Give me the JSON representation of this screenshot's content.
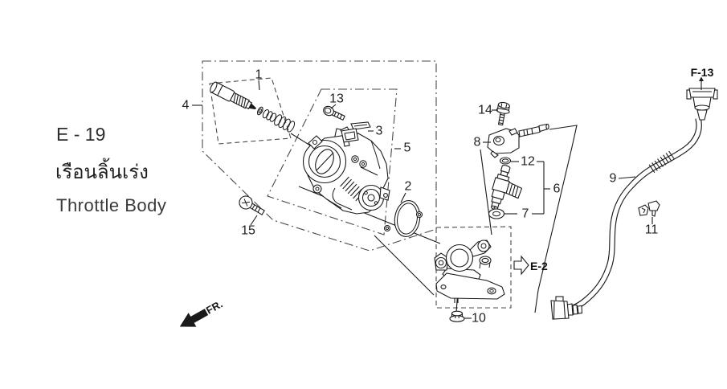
{
  "header": {
    "code": "E - 19",
    "title_thai": "เรือนลิ้นเร่ง",
    "title_english": "Throttle Body"
  },
  "refs": {
    "f13": "F-13",
    "e2": "E-2",
    "fr": "FR."
  },
  "parts": {
    "p1": "1",
    "p2": "2",
    "p3": "3",
    "p4": "4",
    "p5": "5",
    "p6": "6",
    "p7": "7",
    "p8": "8",
    "p9": "9",
    "p10": "10",
    "p11": "11",
    "p12": "12",
    "p13": "13",
    "p14": "14",
    "p15": "15"
  },
  "colors": {
    "background": "#ffffff",
    "line": "#1a1a1a",
    "boundary": "#4a4a4a",
    "text": "#2e2e2e"
  }
}
